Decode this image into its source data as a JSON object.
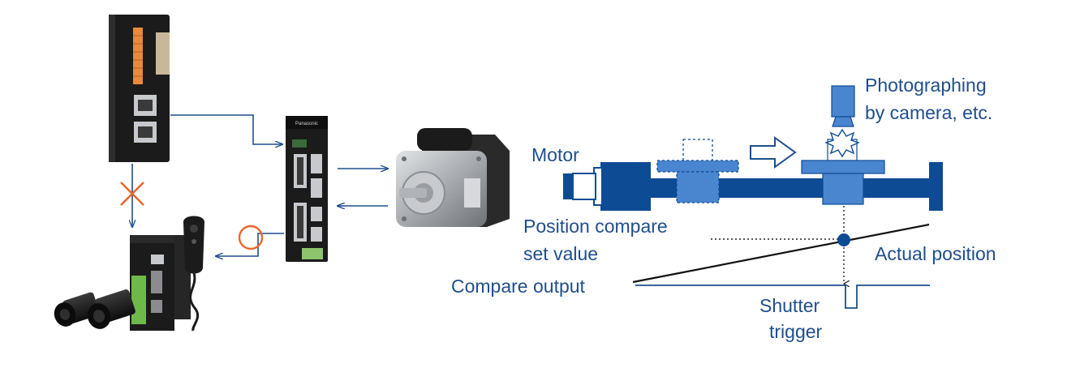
{
  "labels": {
    "motor": "Motor",
    "photographing_line1": "Photographing",
    "photographing_line2": "by camera, etc.",
    "position_compare_line1": "Position compare",
    "position_compare_line2": "set value",
    "actual_position": "Actual position",
    "compare_output": "Compare output",
    "shutter_line1": "Shutter",
    "shutter_line2": "trigger"
  },
  "devices": {
    "controller_brand": "Panasonic"
  },
  "colors": {
    "line_blue": "#1f4e8c",
    "dark_blue": "#0d4b94",
    "light_blue": "#4a86cf",
    "cross_orange": "#e8672d",
    "circle_orange": "#e8672d",
    "device_black": "#1b1b1b",
    "motor_silver": "#b9bcc0"
  },
  "icons": {
    "not_allowed": "cross-mark-icon",
    "allowed": "circle-mark-icon",
    "flash": "flash-burst-icon",
    "movement": "outline-arrow-right-icon"
  }
}
